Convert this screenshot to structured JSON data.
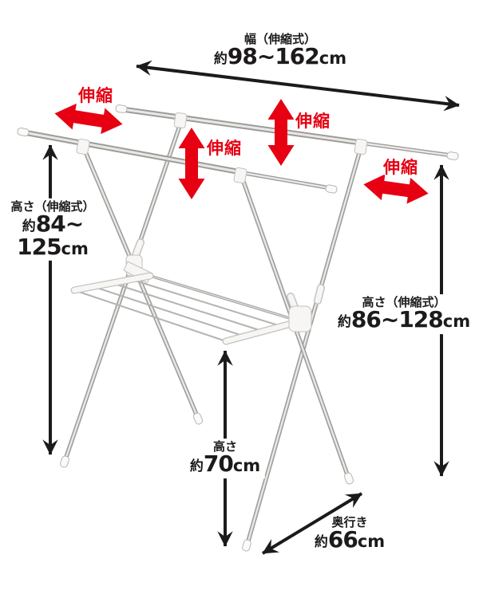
{
  "diagram": {
    "width": {
      "label": "幅（伸縮式）",
      "approx": "約",
      "value": "98~162",
      "unit": "cm"
    },
    "height_left": {
      "label": "高さ（伸縮式）",
      "approx": "約",
      "value_line1": "84~",
      "value_line2": "125",
      "unit": "cm"
    },
    "height_right": {
      "label": "高さ（伸縮式）",
      "approx": "約",
      "value": "86~128",
      "unit": "cm"
    },
    "height_center": {
      "label": "高さ",
      "approx": "約",
      "value": "70",
      "unit": "cm"
    },
    "depth": {
      "label": "奥行き",
      "approx": "約",
      "value": "66",
      "unit": "cm"
    },
    "extension_labels": [
      {
        "position": "top-left",
        "text": "伸縮"
      },
      {
        "position": "upper-center",
        "text": "伸縮"
      },
      {
        "position": "mid-left",
        "text": "伸縮"
      },
      {
        "position": "right",
        "text": "伸縮"
      }
    ],
    "colors": {
      "accent_red": "#e60012",
      "line_black": "#1d1a1a",
      "metal_gray": "#9e9c99",
      "plastic_white": "#f7f6f4"
    }
  }
}
